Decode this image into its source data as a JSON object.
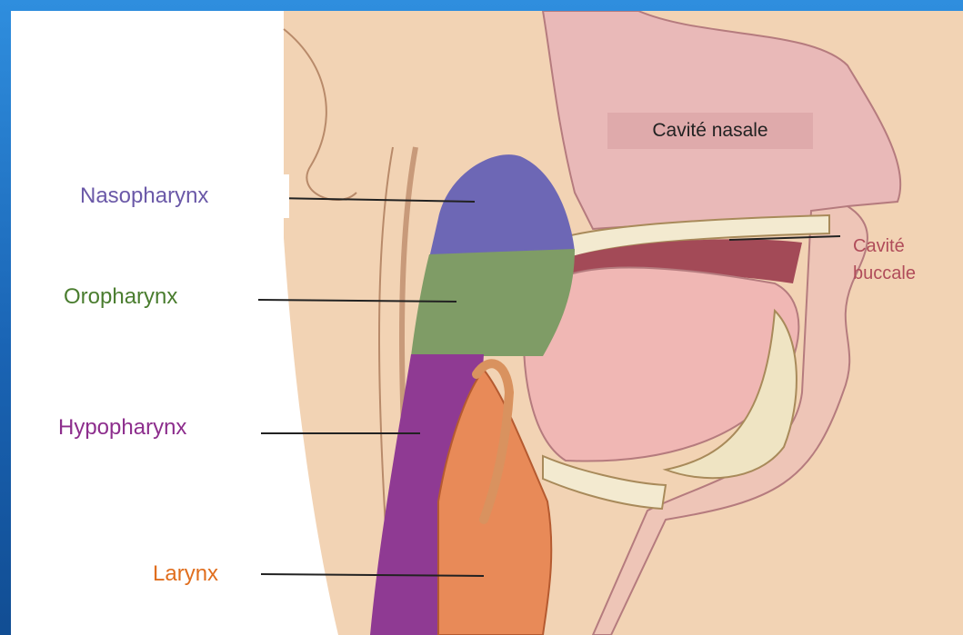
{
  "labels": {
    "nasopharynx": "Nasopharynx",
    "oropharynx": "Oropharynx",
    "hypopharynx": "Hypopharynx",
    "larynx": "Larynx",
    "nasal_cavity": "Cavité nasale",
    "oral_cavity": "Cavité\nbuccale"
  },
  "colors": {
    "nasopharynx": "#6d67b5",
    "oropharynx": "#7f9c66",
    "hypopharynx": "#8f3a93",
    "larynx": "#e88a58",
    "background_frame": "#1b66b6"
  }
}
